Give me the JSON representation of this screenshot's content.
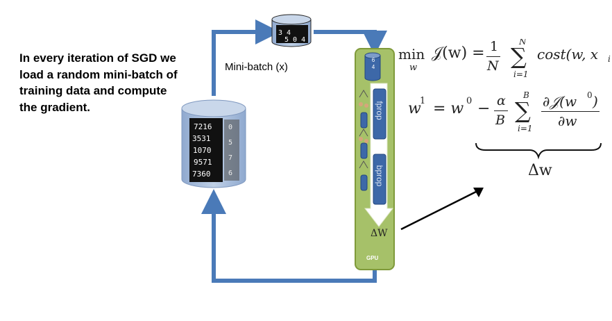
{
  "caption": "In every iteration of SGD we load a random mini-batch of training data and compute the gradient.",
  "minibatch_label": "Mini-batch (x)",
  "gpu": {
    "label": "GPU",
    "fprop": "fprop",
    "bprop": "bprop",
    "batch_size": "6\n4",
    "delta_w": "ΔW"
  },
  "cost_eq": {
    "min": "min",
    "sub": "w",
    "lhs": "𝒥(w) =",
    "frac_num": "1",
    "frac_den": "N",
    "sum_top": "N",
    "sum_bot": "i=1",
    "rhs": "cost(w, x",
    "rhs_sub": "i",
    "rhs_close": ")"
  },
  "update_eq": {
    "lhs": "w",
    "lhs_sup": "1",
    "eq": "= w",
    "w0_sup": "0",
    "minus": "−",
    "frac_num": "α",
    "frac_den": "B",
    "sum_top": "B",
    "sum_bot": "i=1",
    "grad_num": "∂𝒥(w",
    "grad_num_sup": "0",
    "grad_num_close": ")",
    "grad_den": "∂w"
  },
  "delta_w_label": "Δw",
  "colors": {
    "arrow": "#4a7ab8",
    "gpu_fill": "#a6c169",
    "gpu_border": "#7f9a3a",
    "cylinder": "#a9bfdc",
    "layer_block": "#3d68a8"
  }
}
